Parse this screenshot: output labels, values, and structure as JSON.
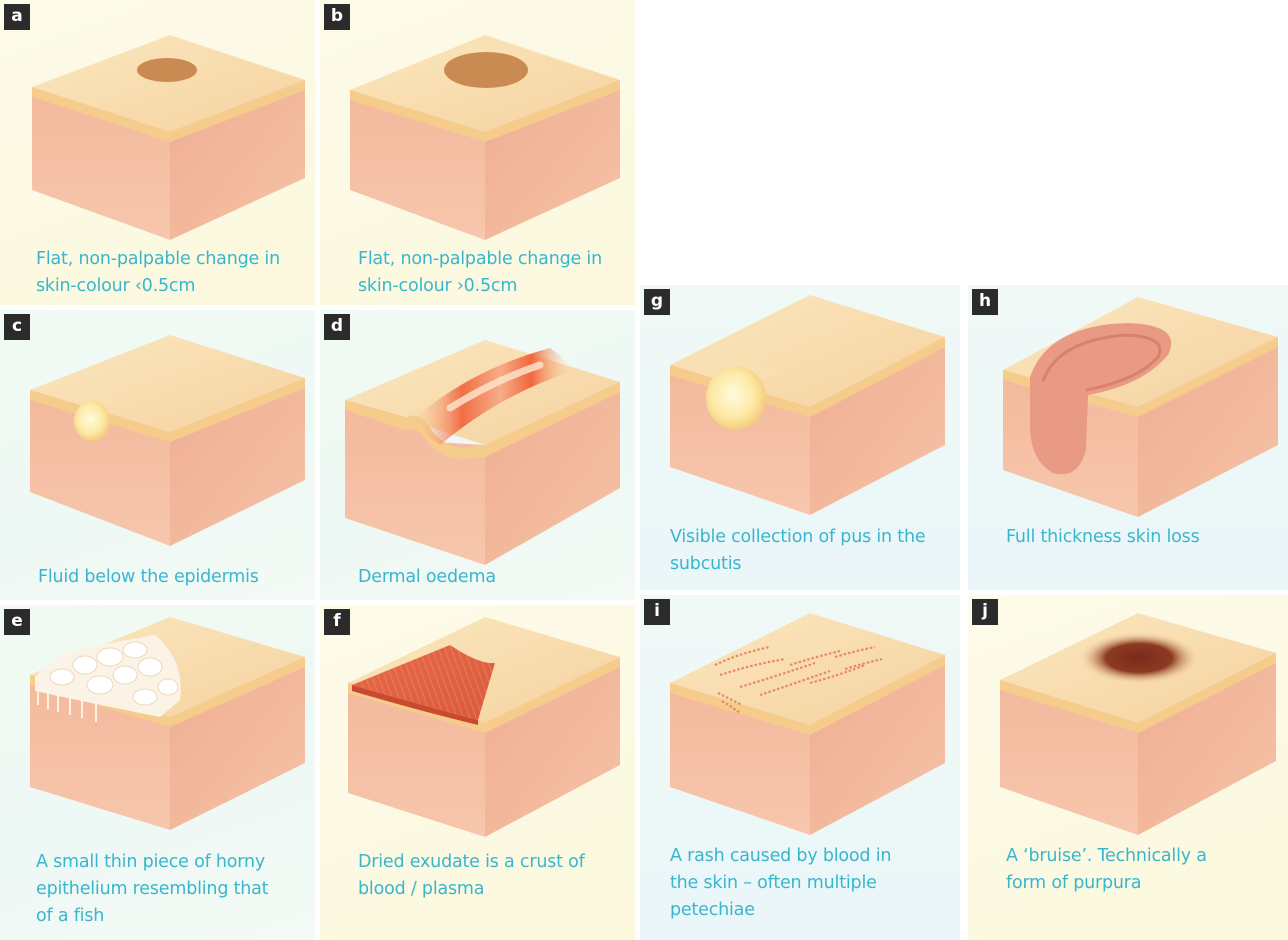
{
  "colors": {
    "caption": "#39b6ce",
    "tag_bg": "#2b2b2b",
    "skin_top": "#f9ddb0",
    "dermis": "#f2b498",
    "epidermis_band": "#f6cc8c"
  },
  "panels": {
    "a": {
      "tag": "a",
      "caption": [
        "Flat, non-palpable change in",
        "skin-colour ‹0.5cm"
      ]
    },
    "b": {
      "tag": "b",
      "caption": [
        "Flat, non-palpable change in",
        "skin-colour ›0.5cm"
      ]
    },
    "c": {
      "tag": "c",
      "caption": [
        "Fluid below the epidermis"
      ]
    },
    "d": {
      "tag": "d",
      "caption": [
        "Dermal oedema"
      ]
    },
    "g": {
      "tag": "g",
      "caption": [
        "Visible collection of pus in the",
        "subcutis"
      ]
    },
    "h": {
      "tag": "h",
      "caption": [
        "Full thickness skin loss"
      ]
    },
    "e": {
      "tag": "e",
      "caption": [
        "A small thin piece of horny",
        "epithelium resembling that",
        "of a fish"
      ]
    },
    "f": {
      "tag": "f",
      "caption": [
        "Dried exudate is a crust of",
        "blood / plasma"
      ]
    },
    "i": {
      "tag": "i",
      "caption": [
        "A rash caused by blood in",
        "the skin – often multiple",
        "petechiae"
      ]
    },
    "j": {
      "tag": "j",
      "caption": [
        "A ‘bruise’. Technically a",
        "form of purpura"
      ]
    }
  }
}
